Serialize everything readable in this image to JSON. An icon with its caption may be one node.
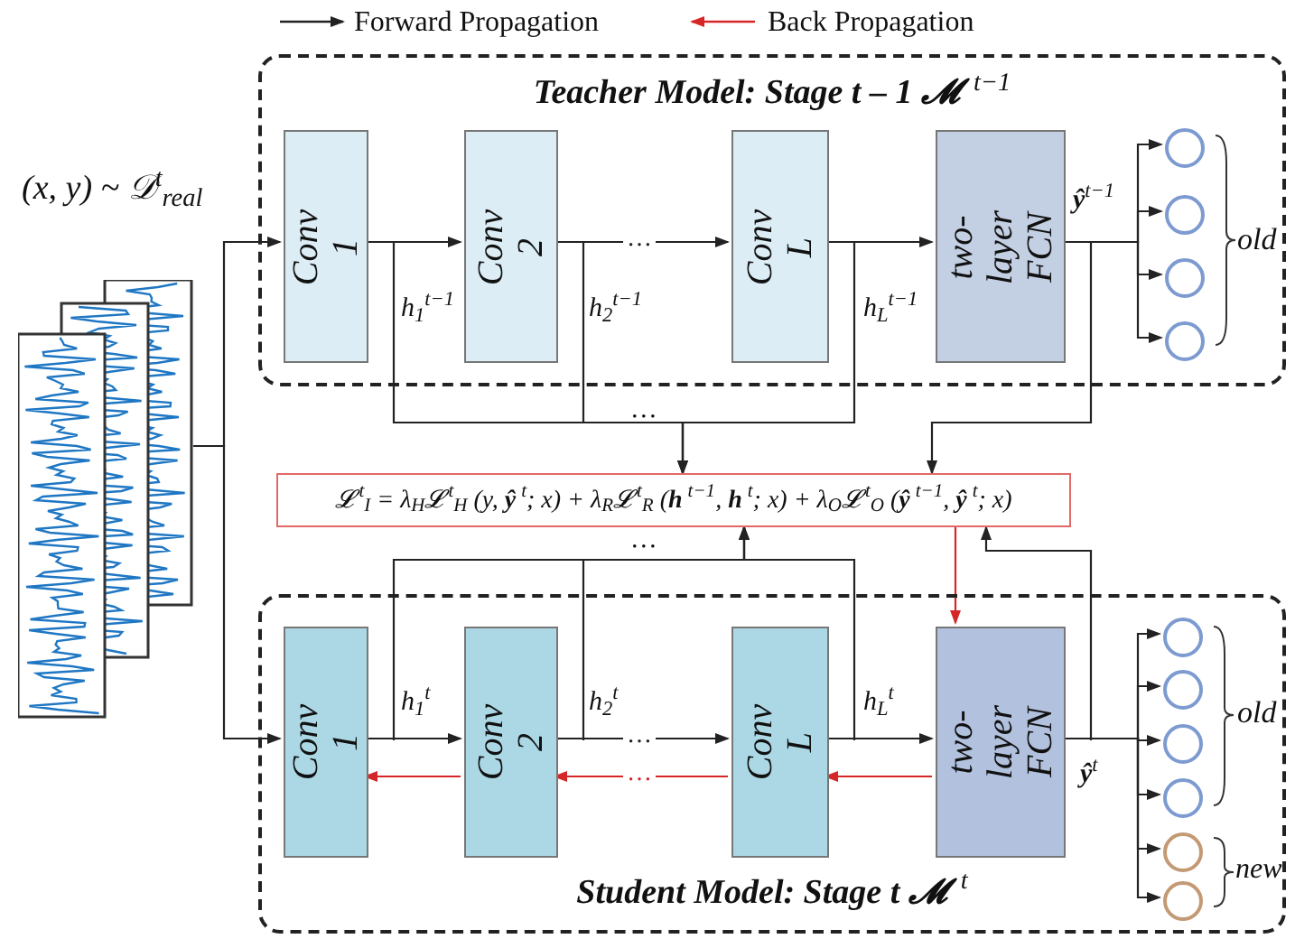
{
  "diagram": {
    "nodes": [
      {
        "text": [
          "Teacher Model: Stage t – 1 𝓜$^{t−1}$"
        ]
      },
      {
        "text": [
          "Conv 1"
        ],
        "in": 0
      },
      {
        "text": [
          "Conv 2"
        ],
        "in": 0
      },
      {
        "text": [
          "Conv L"
        ],
        "in": 0
      },
      {
        "text": [
          "two-layer FCN"
        ],
        "in": 0
      },
      {
        "text": [],
        "shape": "circle",
        "in": 0
      },
      {
        "text": [],
        "shape": "circle",
        "in": 0
      },
      {
        "text": [],
        "shape": "circle",
        "in": 0
      },
      {
        "text": [],
        "shape": "circle",
        "in": 0
      },
      {
        "text": [],
        "shape": "picture",
        "beside": [
          "(x, y) ~ 𝒟$^{t}$$_{real}$"
        ]
      },
      {
        "text": [
          "𝓛$^{t}$$_{I}$ = λ$_{H}$𝓛$^{t}$$_{H}$ (y, **ŷ**$^{t}$; x) + λ$_{R}$𝓛$^{t}$$_{R}$ (**h**$^{t−1}$, **h**$^{t}$; x) + λ$_{O}$𝓛$^{t}$$_{O}$ (**ŷ**$^{t−1}$, **ŷ**$^{t}$; x)"
        ]
      },
      {
        "text": [
          "Student Model: Stage t 𝓜$^{t}$"
        ]
      },
      {
        "text": [
          "Conv 1"
        ],
        "in": 11
      },
      {
        "text": [
          "Conv 2"
        ],
        "in": 11
      },
      {
        "text": [
          "Conv L"
        ],
        "in": 11
      },
      {
        "text": [
          "two-layer FCN"
        ],
        "in": 11
      },
      {
        "text": [],
        "shape": "circle",
        "in": 11
      },
      {
        "text": [],
        "shape": "circle",
        "in": 11
      },
      {
        "text": [],
        "shape": "circle",
        "in": 11
      },
      {
        "text": [],
        "shape": "circle",
        "in": 11
      },
      {
        "text": [],
        "shape": "circle",
        "in": 11
      },
      {
        "text": [],
        "shape": "circle",
        "in": 11
      }
    ],
    "edges": [
      {
        "from": 9,
        "to": 1,
        "arrow": "to"
      },
      {
        "from": 1,
        "to": 2,
        "arrow": "to"
      },
      {
        "from": 2,
        "to": 3,
        "arrow": "to",
        "label": "…"
      },
      {
        "from": 3,
        "to": 4,
        "arrow": "to"
      },
      {
        "from": 4,
        "to": 5,
        "arrow": "to"
      },
      {
        "from": 4,
        "to": 6,
        "arrow": "to"
      },
      {
        "from": 4,
        "to": 7,
        "arrow": "to"
      },
      {
        "from": 4,
        "to": 8,
        "arrow": "to"
      },
      {
        "from": 1,
        "to": 10,
        "arrow": "to"
      },
      {
        "from": 2,
        "to": 10,
        "arrow": "to"
      },
      {
        "from": 3,
        "to": 10,
        "arrow": "to"
      },
      {
        "from": 4,
        "to": 10,
        "arrow": "to"
      },
      {
        "from": 9,
        "to": 12,
        "arrow": "to"
      },
      {
        "from": 12,
        "to": 13,
        "arrow": "to"
      },
      {
        "from": 13,
        "to": 14,
        "arrow": "to",
        "label": "…"
      },
      {
        "from": 14,
        "to": 15,
        "arrow": "to"
      },
      {
        "from": 15,
        "to": 16,
        "arrow": "to"
      },
      {
        "from": 15,
        "to": 17,
        "arrow": "to"
      },
      {
        "from": 15,
        "to": 18,
        "arrow": "to"
      },
      {
        "from": 15,
        "to": 19,
        "arrow": "to"
      },
      {
        "from": 15,
        "to": 20,
        "arrow": "to"
      },
      {
        "from": 15,
        "to": 21,
        "arrow": "to"
      },
      {
        "from": 12,
        "to": 10,
        "arrow": "to"
      },
      {
        "from": 13,
        "to": 10,
        "arrow": "to"
      },
      {
        "from": 14,
        "to": 10,
        "arrow": "to"
      },
      {
        "from": 15,
        "to": 10,
        "arrow": "to"
      },
      {
        "from": 10,
        "to": 15,
        "arrow": "to",
        "color": "#d62728"
      },
      {
        "from": 15,
        "to": 14,
        "arrow": "to",
        "color": "#d62728"
      },
      {
        "from": 14,
        "to": 13,
        "arrow": "to",
        "color": "#d62728",
        "label": "…"
      },
      {
        "from": 13,
        "to": 12,
        "arrow": "to",
        "color": "#d62728"
      }
    ],
    "labels": [
      "h$_{1}$$^{t−1}$",
      "h$_{2}$$^{t−1}$",
      "h$_{L}$$^{t−1}$",
      "**ŷ**$^{t−1}$",
      "…",
      "old",
      "…",
      "h$_{1}$$^{t}$",
      "h$_{2}$$^{t}$",
      "h$_{L}$$^{t}$",
      "**ŷ**$^{t}$",
      "old",
      "new"
    ],
    "legend": [
      {
        "text": "Forward Propagation"
      },
      {
        "text": "Back Propagation"
      }
    ]
  }
}
